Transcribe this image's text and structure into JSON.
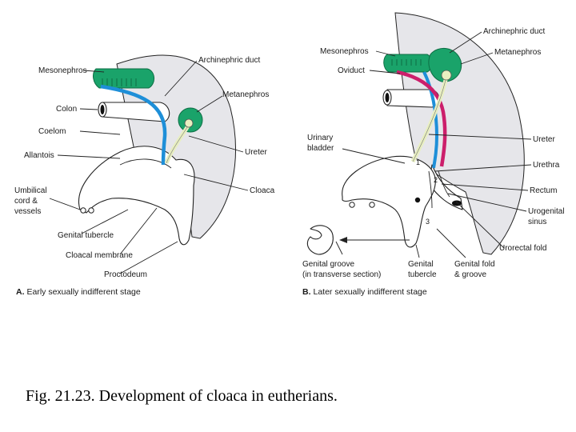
{
  "panel_a": {
    "title_letter": "A.",
    "title_text": "Early sexually indifferent stage",
    "labels": {
      "mesonephros": "Mesonephros",
      "archinephric_duct": "Archinephric duct",
      "metanephros": "Metanephros",
      "colon": "Colon",
      "coelom": "Coelom",
      "allantois": "Allantois",
      "ureter": "Ureter",
      "cloaca": "Cloaca",
      "umbilical_1": "Umbilical",
      "umbilical_2": "cord &",
      "umbilical_3": "vessels",
      "genital_tubercle": "Genital tubercle",
      "cloacal_membrane": "Cloacal membrane",
      "proctodeum": "Proctodeum"
    }
  },
  "panel_b": {
    "title_letter": "B.",
    "title_text": "Later sexually indifferent stage",
    "labels": {
      "archinephric_duct": "Archinephric duct",
      "mesonephros": "Mesonephros",
      "metanephros": "Metanephros",
      "oviduct": "Oviduct",
      "urinary_bladder_1": "Urinary",
      "urinary_bladder_2": "bladder",
      "ureter": "Ureter",
      "urethra": "Urethra",
      "rectum": "Rectum",
      "urogenital_sinus_1": "Urogenital",
      "urogenital_sinus_2": "sinus",
      "urorectal_fold": "Urorectal fold",
      "genital_groove_1": "Genital groove",
      "genital_groove_2": "(in transverse section)",
      "genital_tubercle_1": "Genital",
      "genital_tubercle_2": "tubercle",
      "genital_fold_1": "Genital fold",
      "genital_fold_2": "& groove",
      "num_1": "1",
      "num_2": "2",
      "num_3": "3"
    }
  },
  "caption": "Fig. 21.23. Development of cloaca in eutherians.",
  "colors": {
    "mesonephros": "#1aa36a",
    "archinephric_duct": "#1e8fd8",
    "oviduct": "#cc1f6b",
    "ureter": "#e8efc0",
    "body_wall": "#e6e6ea",
    "outline": "#222222"
  }
}
